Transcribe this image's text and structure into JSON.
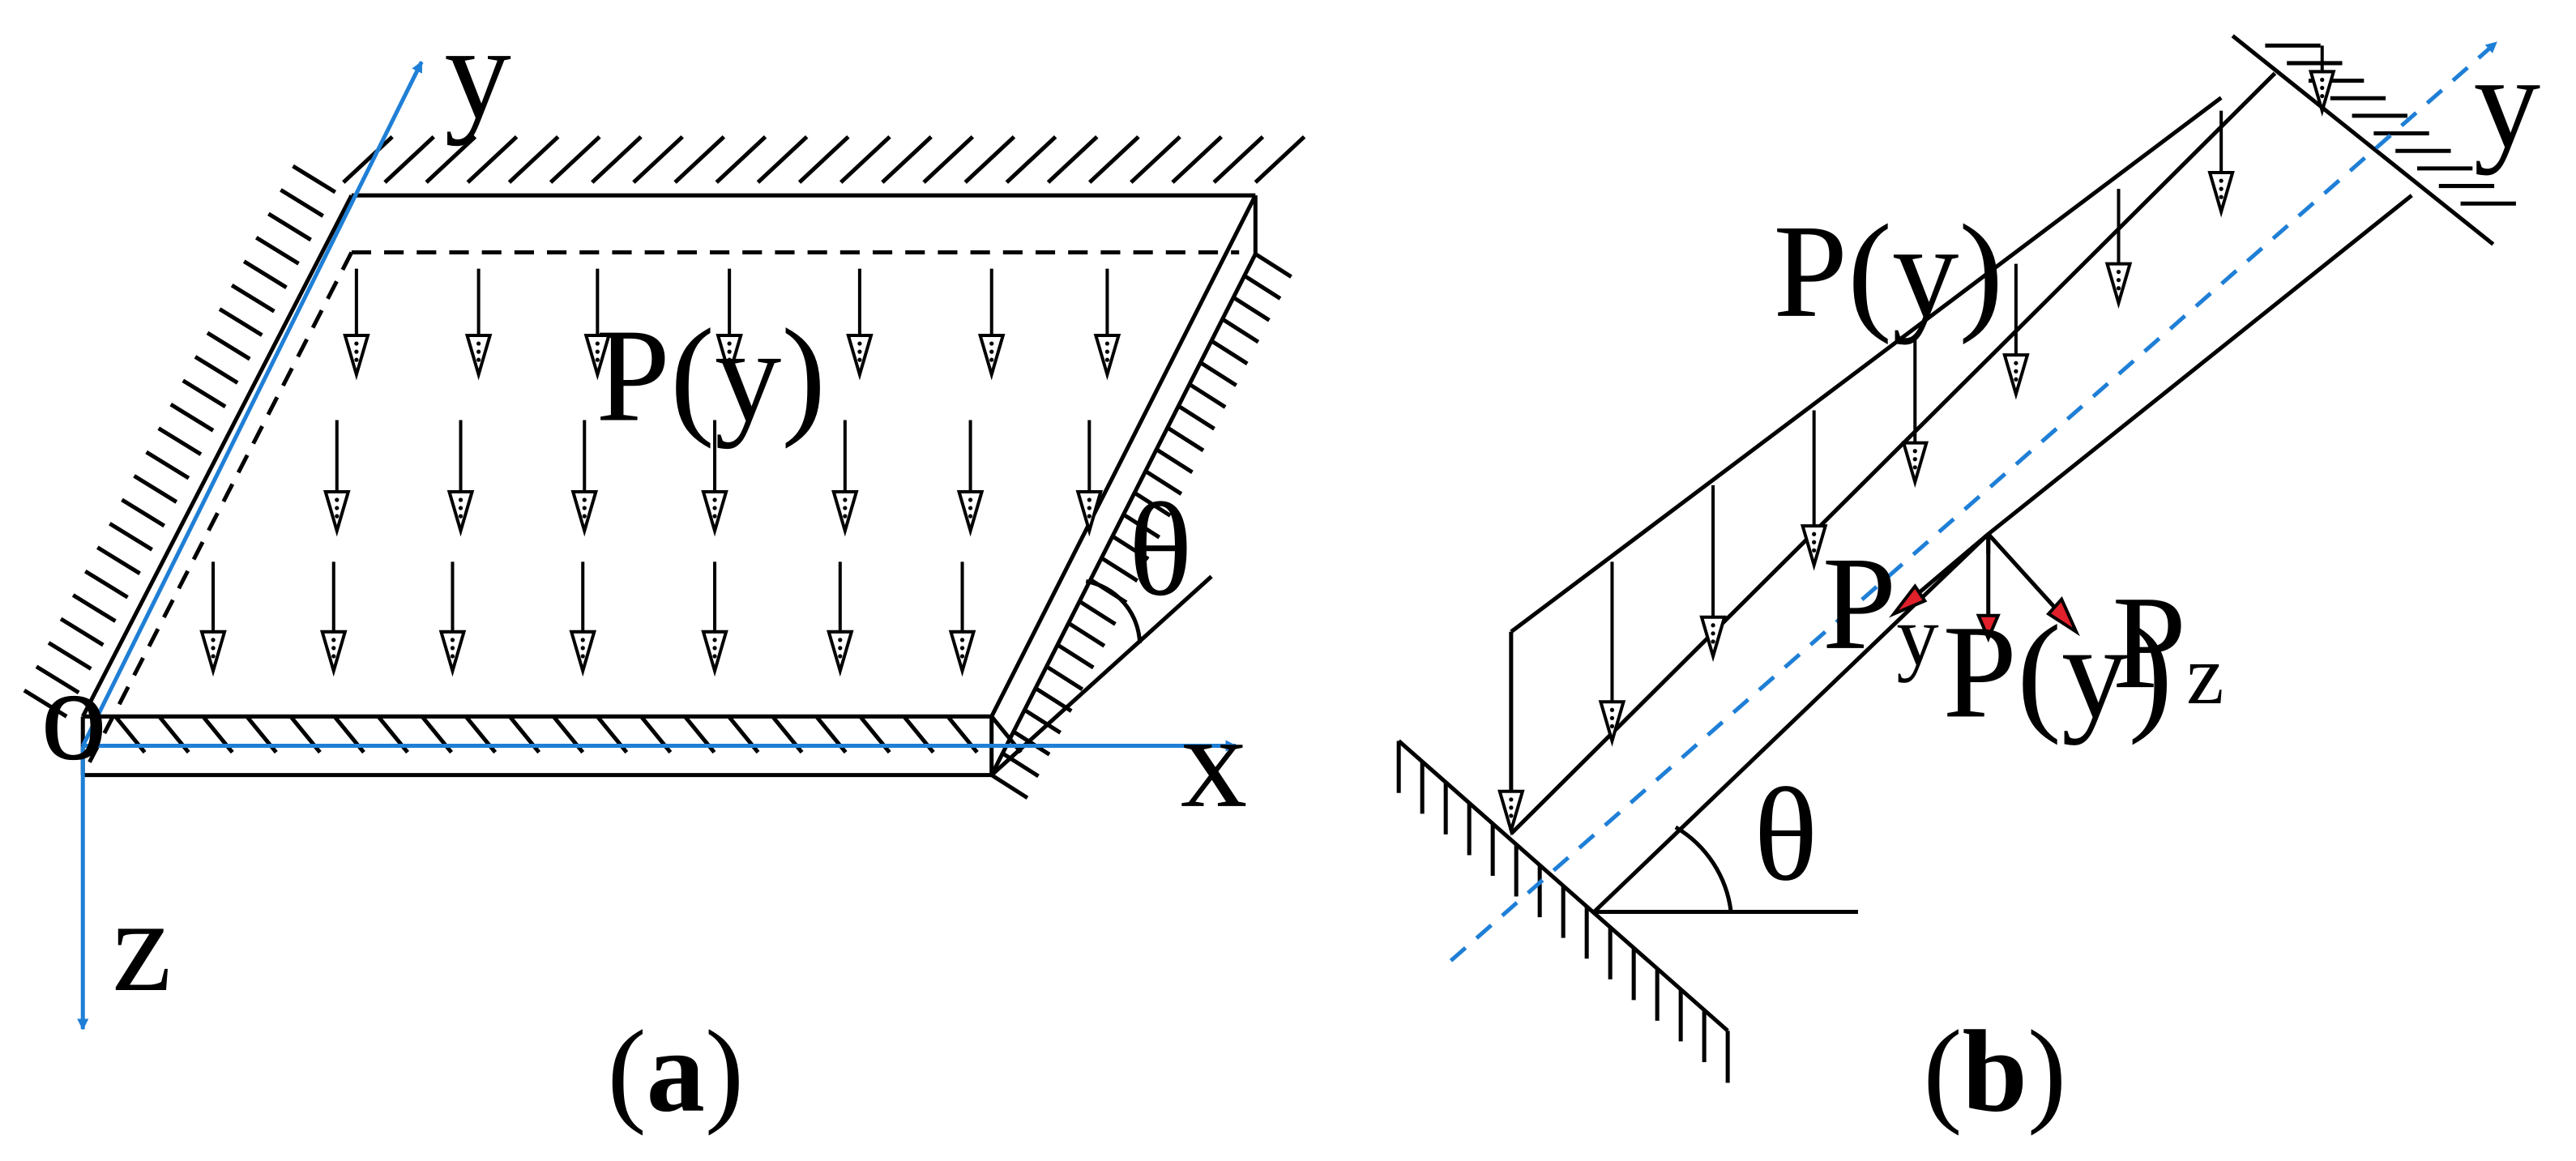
{
  "colors": {
    "axis": "#1f7fd6",
    "structure": "#000000",
    "component_arrow": "#e0202a",
    "background": "#ffffff"
  },
  "icons": {
    "load_arrow": "arrow-down-icon",
    "support_hatch": "fixed-support-hatch"
  },
  "panel_a": {
    "caption_open": "(",
    "caption_letter": "a",
    "caption_close": ")",
    "axis_x": "x",
    "axis_y": "y",
    "axis_z": "z",
    "origin": "o",
    "load_label": "P(y)",
    "angle_label": "θ"
  },
  "panel_b": {
    "caption_open": "(",
    "caption_letter": "b",
    "caption_close": ")",
    "axis_y": "y",
    "load_label_top": "P(y)",
    "component_py_main": "P",
    "component_py_sub": "y",
    "component_pz_main": "P",
    "component_pz_sub": "z",
    "load_label_vector": "P(y)",
    "angle_label": "θ"
  }
}
